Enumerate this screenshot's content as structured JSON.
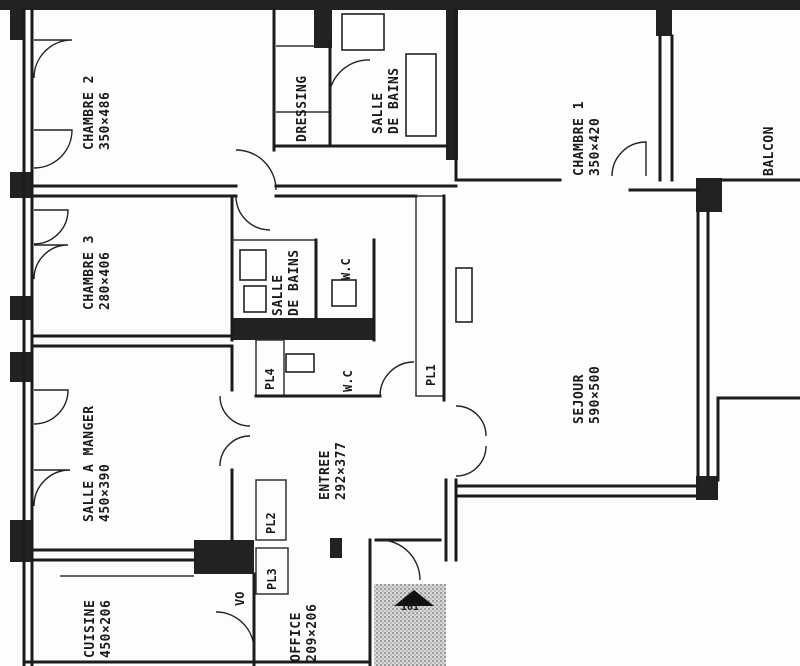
{
  "rooms": {
    "chambre2": {
      "name": "CHAMBRE 2",
      "size": "350×486"
    },
    "dressing": {
      "name": "DRESSING"
    },
    "salle_de_bains_1": {
      "line1": "SALLE",
      "line2": "DE BAINS"
    },
    "chambre1": {
      "name": "CHAMBRE 1",
      "size": "350×420"
    },
    "balcon": {
      "name": "BALCON"
    },
    "chambre3": {
      "name": "CHAMBRE 3",
      "size": "280×406"
    },
    "salle_de_bains_2": {
      "line1": "SALLE",
      "line2": "DE BAINS"
    },
    "wc_1": {
      "name": "W.C"
    },
    "wc_2": {
      "name": "W.C"
    },
    "salle_a_manger": {
      "name": "SALLE A MANGER",
      "size": "450×390"
    },
    "sejour": {
      "name": "SEJOUR",
      "size": "590×500"
    },
    "entree": {
      "name": "ENTREE",
      "size": "292×377"
    },
    "cuisine": {
      "name": "CUISINE",
      "size": "450×206"
    },
    "office": {
      "name": "OFFICE",
      "size": "209×206"
    }
  },
  "closets": {
    "pl1": "PL1",
    "pl2": "PL2",
    "pl3": "PL3",
    "pl4": "PL4",
    "vo": "VO"
  },
  "entrance_mark": "101"
}
